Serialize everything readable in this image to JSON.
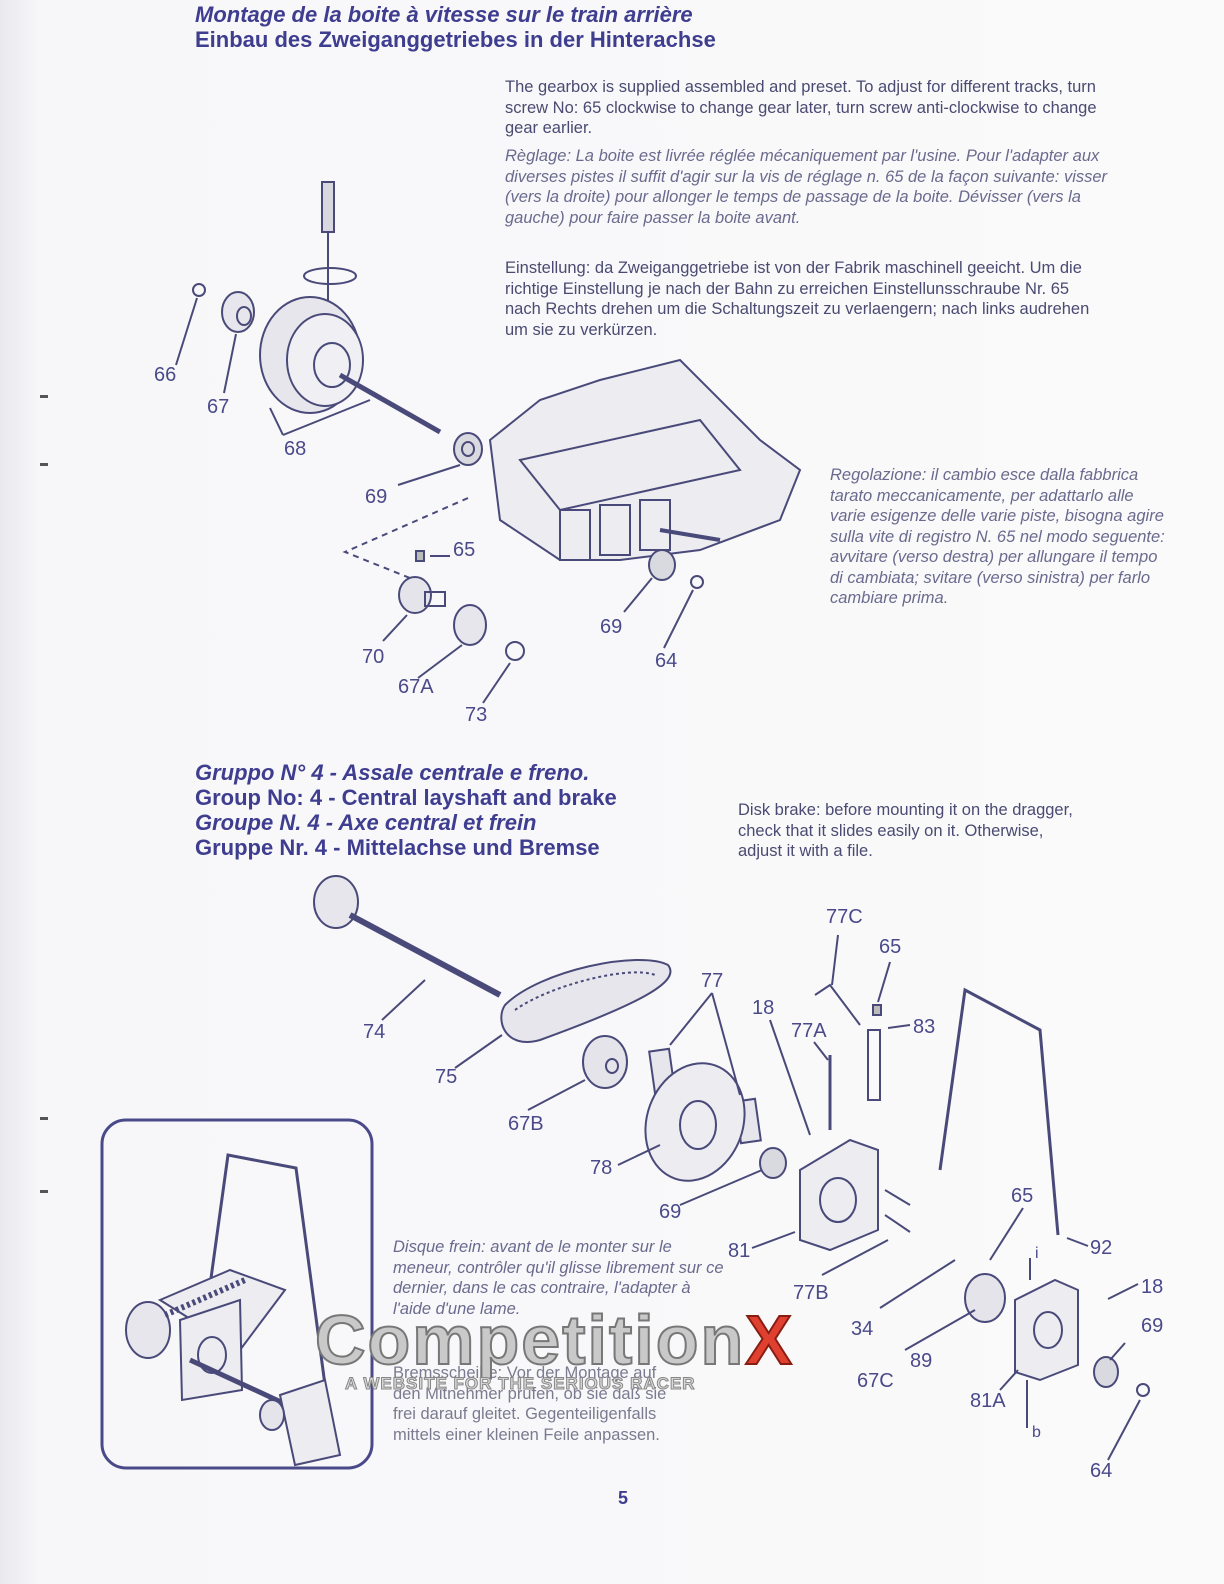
{
  "section1": {
    "title_fr": "Montage de la boite à vitesse sur le train arrière",
    "title_de": "Einbau des Zweiganggetriebes in der Hinterachse"
  },
  "gearbox_text": {
    "en": "The gearbox is supplied assembled and preset. To adjust for different tracks, turn screw No: 65 clockwise to change gear later, turn screw anti-clockwise to change gear earlier.",
    "fr": "Règlage: La boite est livrée réglée mécaniquement par l'usine. Pour l'adapter aux diverses pistes il suffit d'agir sur la vis de réglage n. 65 de la façon suivante: visser (vers la droite) pour allonger le temps de passage de la boite. Dévisser (vers la gauche) pour faire passer la boite avant.",
    "de": "Einstellung: da Zweiganggetriebe ist von der Fabrik maschinell geeicht. Um die richtige Einstellung je nach der Bahn zu erreichen Einstellunsschraube Nr. 65 nach Rechts drehen um die Schaltungszeit zu verlaengern; nach links audrehen um sie zu verkürzen.",
    "it": "Regolazione: il cambio esce dalla fabbrica tarato meccanicamente, per adattarlo alle varie esigenze delle varie piste, bisogna agire sulla vite di registro N. 65 nel modo seguente: avvitare (verso destra) per allungare il tempo di cambiata; svitare (verso sinistra) per farlo cambiare prima."
  },
  "section1_labels": [
    "66",
    "67",
    "68",
    "69",
    "65",
    "70",
    "67A",
    "73",
    "69",
    "64"
  ],
  "section2": {
    "title_it": "Gruppo N° 4 - Assale centrale e freno.",
    "title_en": "Group No: 4 - Central layshaft and brake",
    "title_fr": "Groupe N. 4 - Axe central et frein",
    "title_de": "Gruppe Nr. 4 - Mittelachse und Bremse"
  },
  "brake_text": {
    "en": "Disk brake: before mounting it on the dragger, check that it slides easily on it. Otherwise, adjust it with a file.",
    "fr": "Disque frein: avant de le monter sur le meneur, contrôler qu'il glisse librement sur ce dernier, dans le cas contraire, l'adapter à l'aide d'une lame.",
    "de": "Bremsscheibe: Vor der Montage auf den Mitnehmer prüfen, ob sie daß sie frei darauf gleitet. Gegenteiligenfalls mittels einer kleinen Feile anpassen."
  },
  "section2_labels": [
    "74",
    "75",
    "77",
    "67B",
    "78",
    "69",
    "18",
    "77A",
    "77C",
    "65",
    "83",
    "81",
    "77B",
    "34",
    "67C",
    "89",
    "65",
    "92",
    "18",
    "69",
    "81A",
    "64",
    "b",
    "i"
  ],
  "watermark": {
    "main_a": "Competition",
    "main_b": "X",
    "sub": "A WEBSITE FOR THE SERIOUS RACER"
  },
  "page_number": "5",
  "colors": {
    "ink": "#3e3d8f",
    "paper": "#f7f7f9",
    "watermark_red": "#e04030"
  }
}
